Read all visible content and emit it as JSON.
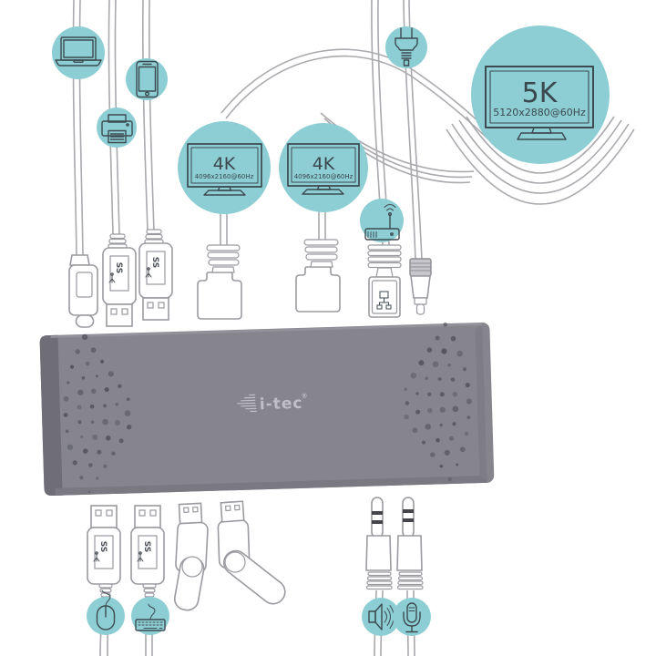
{
  "colors": {
    "accent_teal": "#8cced3",
    "icon_ink": "#3d4a52",
    "cable_gray": "#a9a9ae",
    "dock_body": "#86858d",
    "dock_edge": "#6f6e76",
    "logo_gray": "#c0bfc6"
  },
  "dock": {
    "brand_logo_text": "i-tec",
    "registered_mark": "®"
  },
  "display_badges": {
    "left_4k": {
      "label": "4K",
      "resolution": "4096x2160@60Hz"
    },
    "right_4k": {
      "label": "4K",
      "resolution": "4096x2160@60Hz"
    },
    "main_5k": {
      "label": "5K",
      "resolution": "5120x2880@60Hz"
    }
  },
  "connector_labels": {
    "usb_superspeed": "SS"
  },
  "peripheral_badges": [
    {
      "icon": "laptop-icon"
    },
    {
      "icon": "smartphone-icon"
    },
    {
      "icon": "printer-icon"
    },
    {
      "icon": "power-plug-icon"
    },
    {
      "icon": "wifi-router-icon"
    },
    {
      "icon": "mouse-icon"
    },
    {
      "icon": "keyboard-icon"
    },
    {
      "icon": "speaker-icon"
    },
    {
      "icon": "microphone-icon"
    }
  ]
}
